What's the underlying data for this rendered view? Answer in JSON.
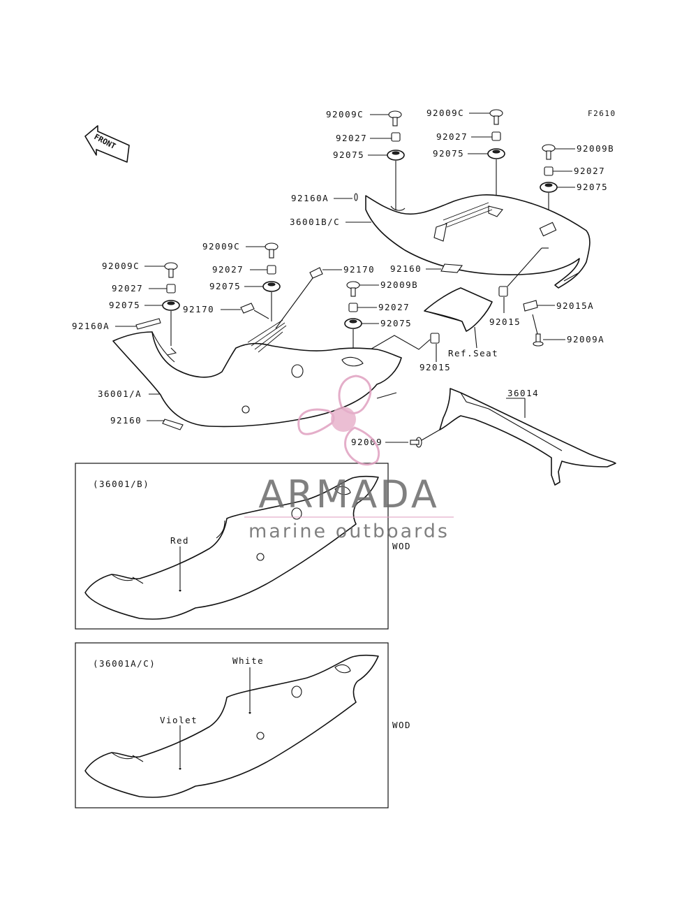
{
  "figure_code": "F2610",
  "front_label": "FRONT",
  "callouts": {
    "c1": "92009C",
    "c2": "92027",
    "c3": "92075",
    "c4": "92009C",
    "c5": "92027",
    "c6": "92075",
    "c7": "92009B",
    "c8": "92027",
    "c9": "92075",
    "c10": "92160A",
    "c11": "36001B/C",
    "c12": "92009C",
    "c13": "92027",
    "c14": "92075",
    "c15": "92170",
    "c16": "92009C",
    "c17": "92027",
    "c18": "92075",
    "c19": "92170",
    "c20": "92160A",
    "c21": "92009B",
    "c22": "92027",
    "c23": "92075",
    "c24": "92160",
    "c25": "92015",
    "c26": "92015A",
    "c27": "92009A",
    "c28": "92015",
    "c29": "Ref.Seat",
    "c30": "36001/A",
    "c31": "92160",
    "c32": "36014",
    "c33": "92009"
  },
  "inset_b": {
    "title": "(36001/B)",
    "color_label": "Red",
    "side_label": "WOD"
  },
  "inset_c": {
    "title": "(36001A/C)",
    "color_white": "White",
    "color_violet": "Violet",
    "side_label": "WOD"
  },
  "watermark": {
    "brand": "ARMADA",
    "tagline": "marine outboards",
    "colors": {
      "logo": "#e0a0c0",
      "text": "#6b6b6b"
    }
  }
}
